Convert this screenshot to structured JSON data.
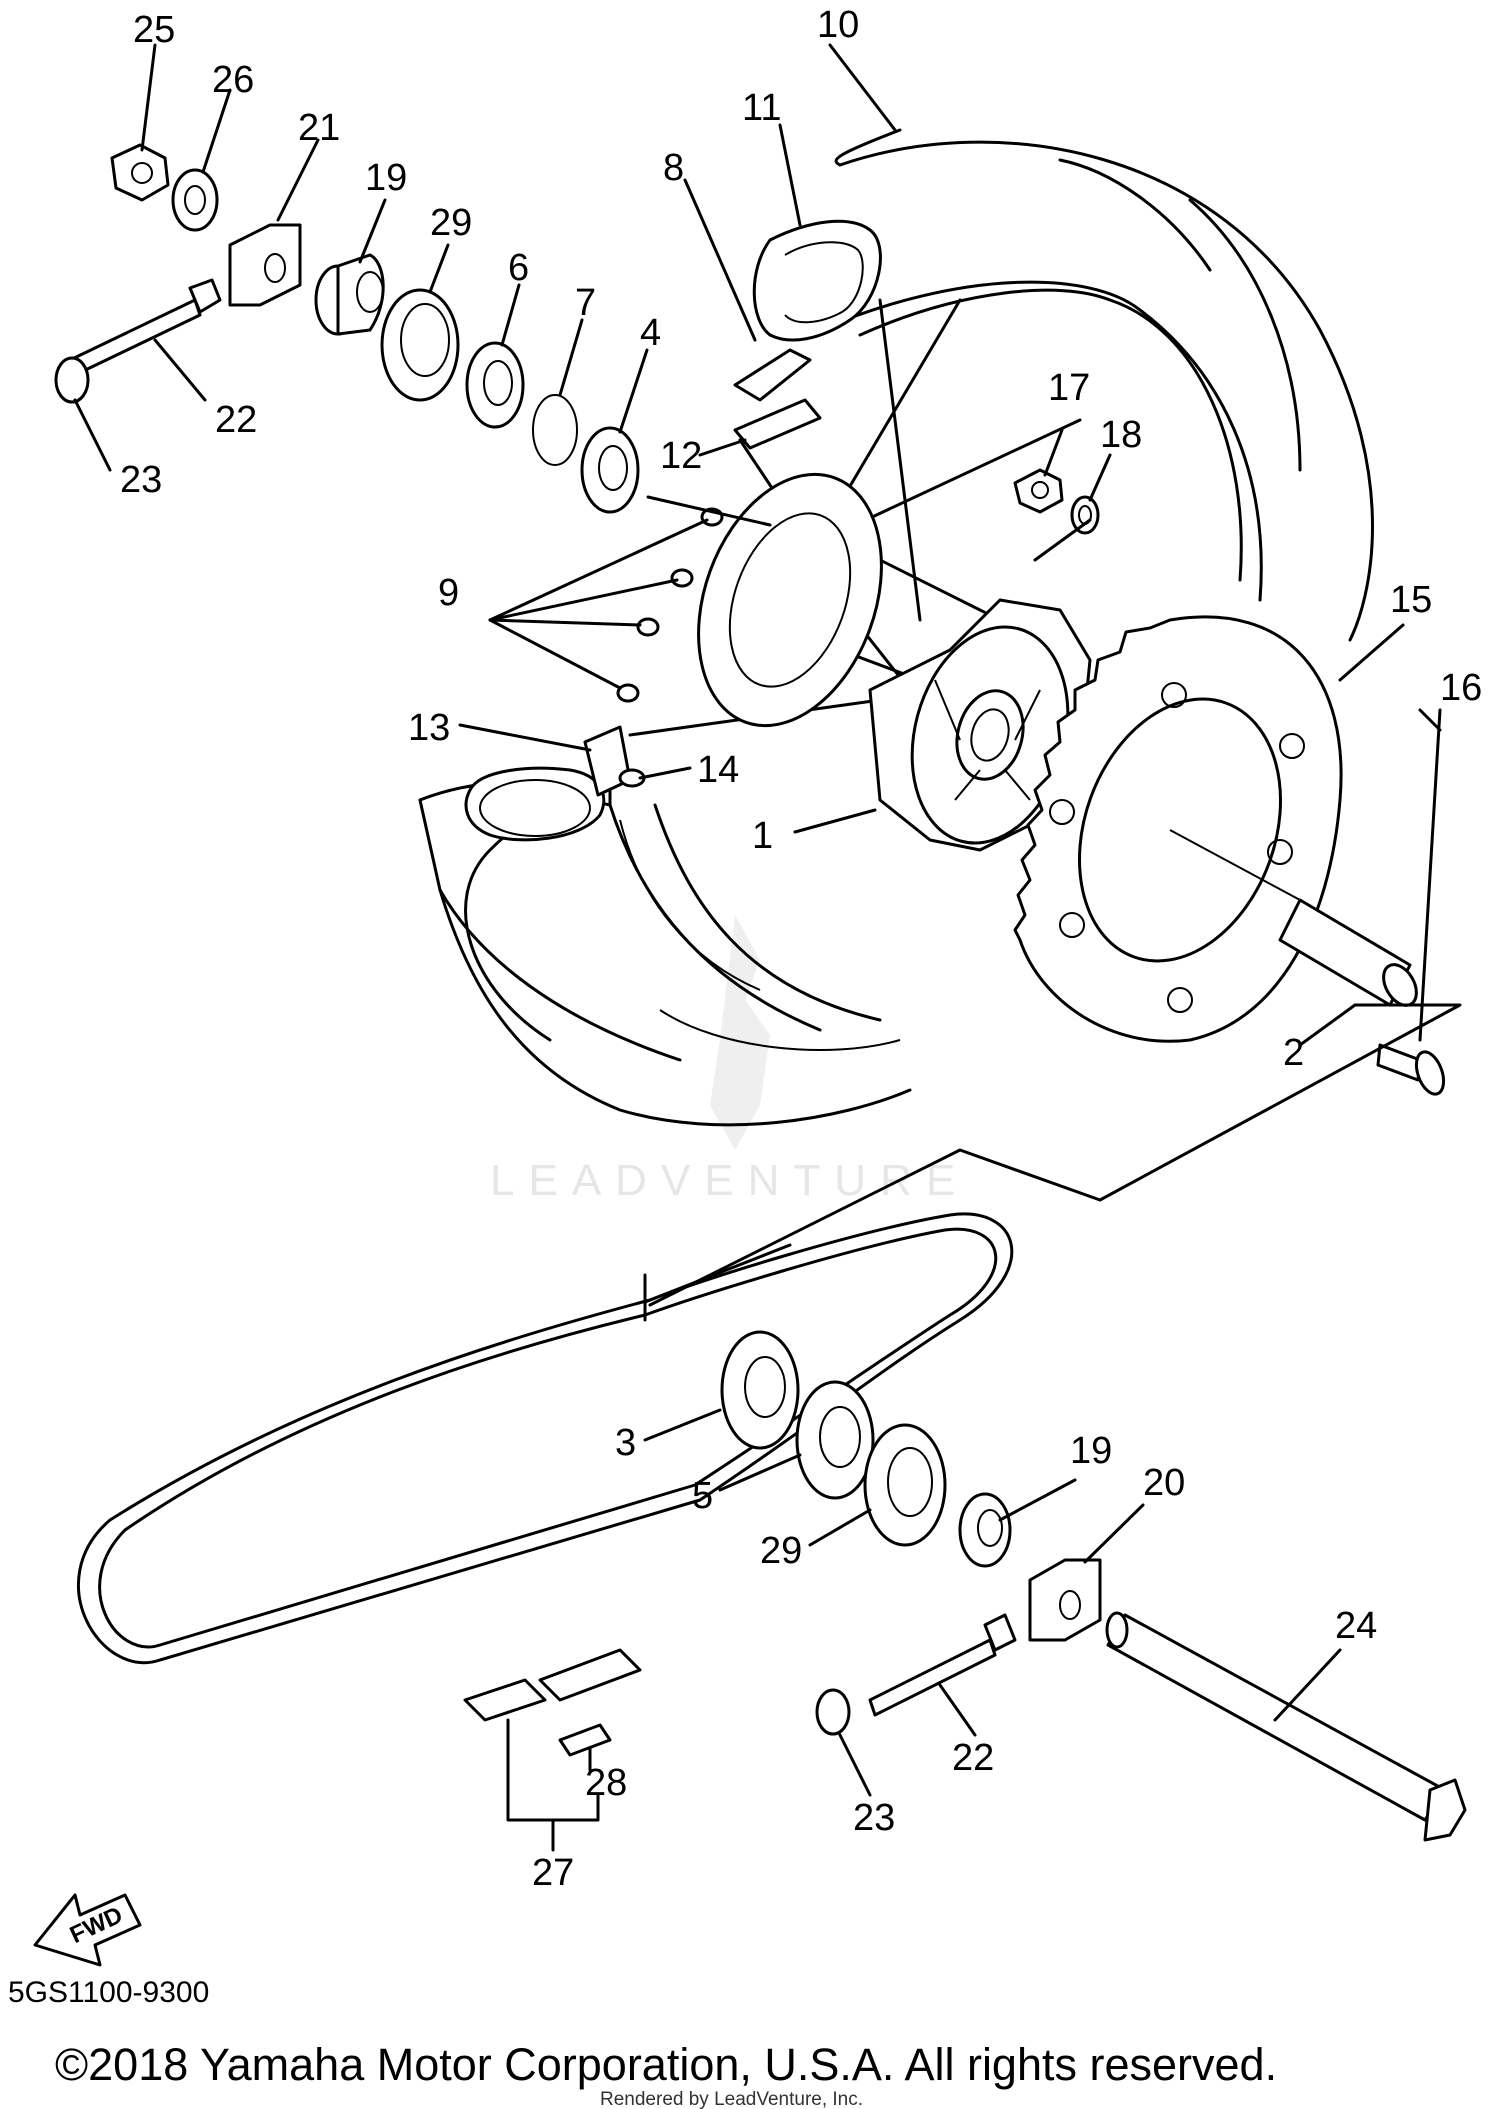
{
  "diagram": {
    "part_labels": {
      "p1": "1",
      "p2": "2",
      "p3": "3",
      "p4": "4",
      "p5": "5",
      "p6": "6",
      "p7": "7",
      "p8": "8",
      "p9": "9",
      "p10": "10",
      "p11": "11",
      "p12": "12",
      "p13": "13",
      "p14": "14",
      "p15": "15",
      "p16": "16",
      "p17": "17",
      "p18": "18",
      "p19a": "19",
      "p19b": "19",
      "p20": "20",
      "p21": "21",
      "p22a": "22",
      "p22b": "22",
      "p23a": "23",
      "p23b": "23",
      "p24": "24",
      "p25": "25",
      "p26": "26",
      "p27": "27",
      "p28": "28",
      "p29a": "29",
      "p29b": "29"
    },
    "fwd_label": "FWD",
    "diagram_code": "5GS1100-9300",
    "watermark": "LEADVENTURE",
    "copyright": "©2018 Yamaha Motor Corporation, U.S.A. All rights reserved.",
    "rendered_by": "Rendered by LeadVenture, Inc."
  }
}
